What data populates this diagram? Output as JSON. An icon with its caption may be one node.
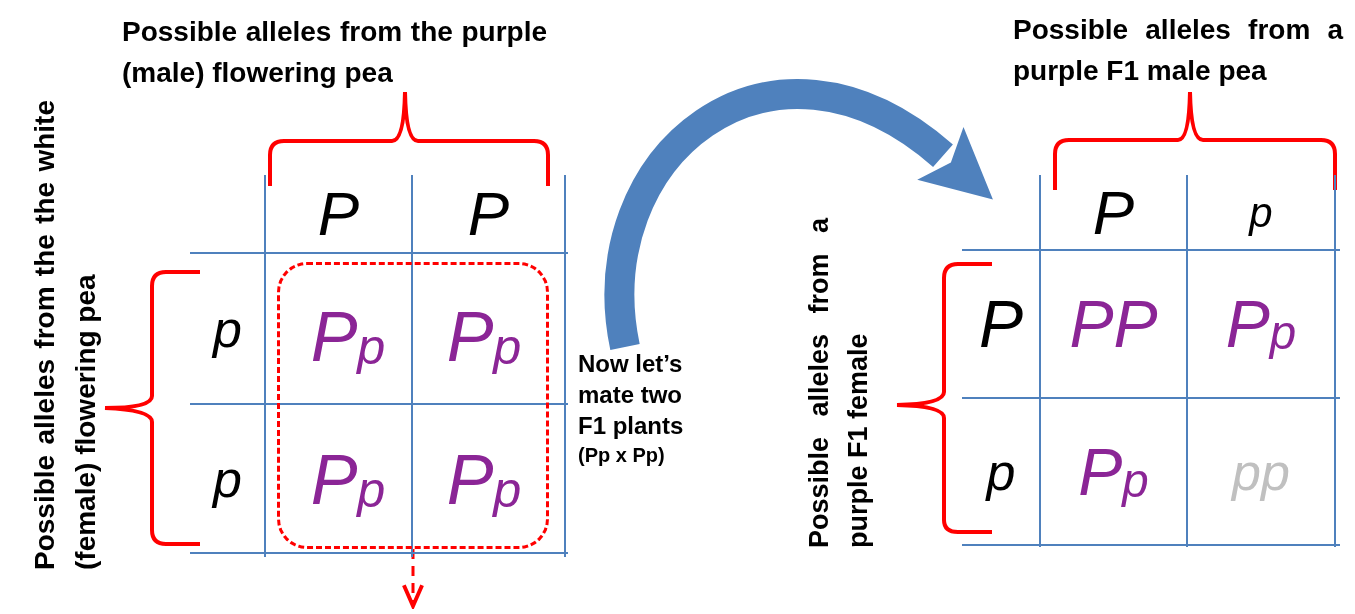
{
  "diagram": {
    "nodes": [
      {
        "text": [
          "P",
          "P",
          "p",
          "p"
        ]
      },
      {
        "text": [
          "P$_{p}$",
          "P$_{p}$",
          "P$_{p}$",
          "P$_{p}$"
        ],
        "in": 0
      },
      {
        "text": [
          "Now let’s mate two F1 plants",
          "(Pp x Pp)"
        ]
      },
      {
        "text": [
          "P",
          "p",
          "P",
          "PP",
          "P$_{p}$",
          "p",
          "P$_{p}$",
          "pp"
        ]
      }
    ],
    "edges": [
      {
        "from": 2,
        "to": 3,
        "arrow": "to",
        "style": "thick",
        "color": "#4f81bd"
      },
      {
        "from": 1,
        "to": null,
        "arrow": "to",
        "style": "dashed",
        "color": "#ff0000"
      }
    ],
    "labels": [
      "Possible alleles from the purple (male) flowering pea",
      "Possible alleles from a purple F1 male pea",
      "Possible alleles from the the white (female) flowering pea",
      "Possible alleles from a purple F1 female"
    ]
  }
}
